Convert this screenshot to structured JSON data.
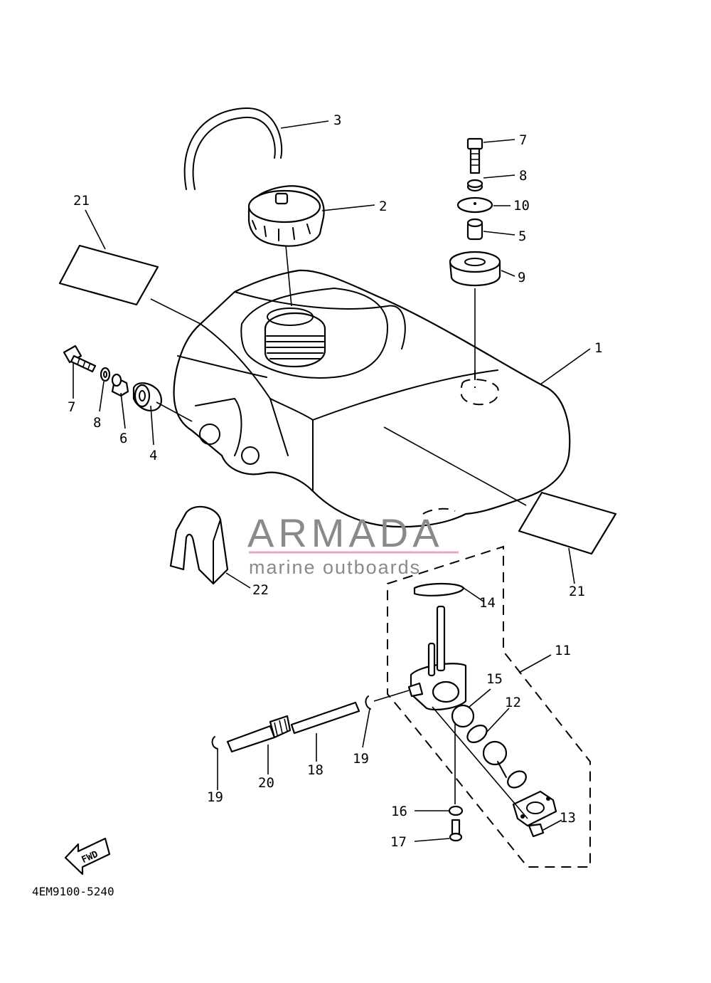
{
  "diagram_code": "4EM9100-5240",
  "watermark": {
    "brand": "ARMADA",
    "tagline": "marine outboards",
    "logo_color": "#e8a7c8",
    "text_color": "#8a8a8a"
  },
  "direction_marker": "FWD",
  "callouts": {
    "c1": "1",
    "c2": "2",
    "c3": "3",
    "c4": "4",
    "c5": "5",
    "c6": "6",
    "c7a": "7",
    "c7b": "7",
    "c8a": "8",
    "c8b": "8",
    "c9": "9",
    "c10": "10",
    "c11": "11",
    "c12": "12",
    "c13": "13",
    "c14": "14",
    "c15": "15",
    "c16": "16",
    "c17": "17",
    "c18": "18",
    "c19a": "19",
    "c19b": "19",
    "c20": "20",
    "c21a": "21",
    "c21b": "21",
    "c22": "22"
  }
}
